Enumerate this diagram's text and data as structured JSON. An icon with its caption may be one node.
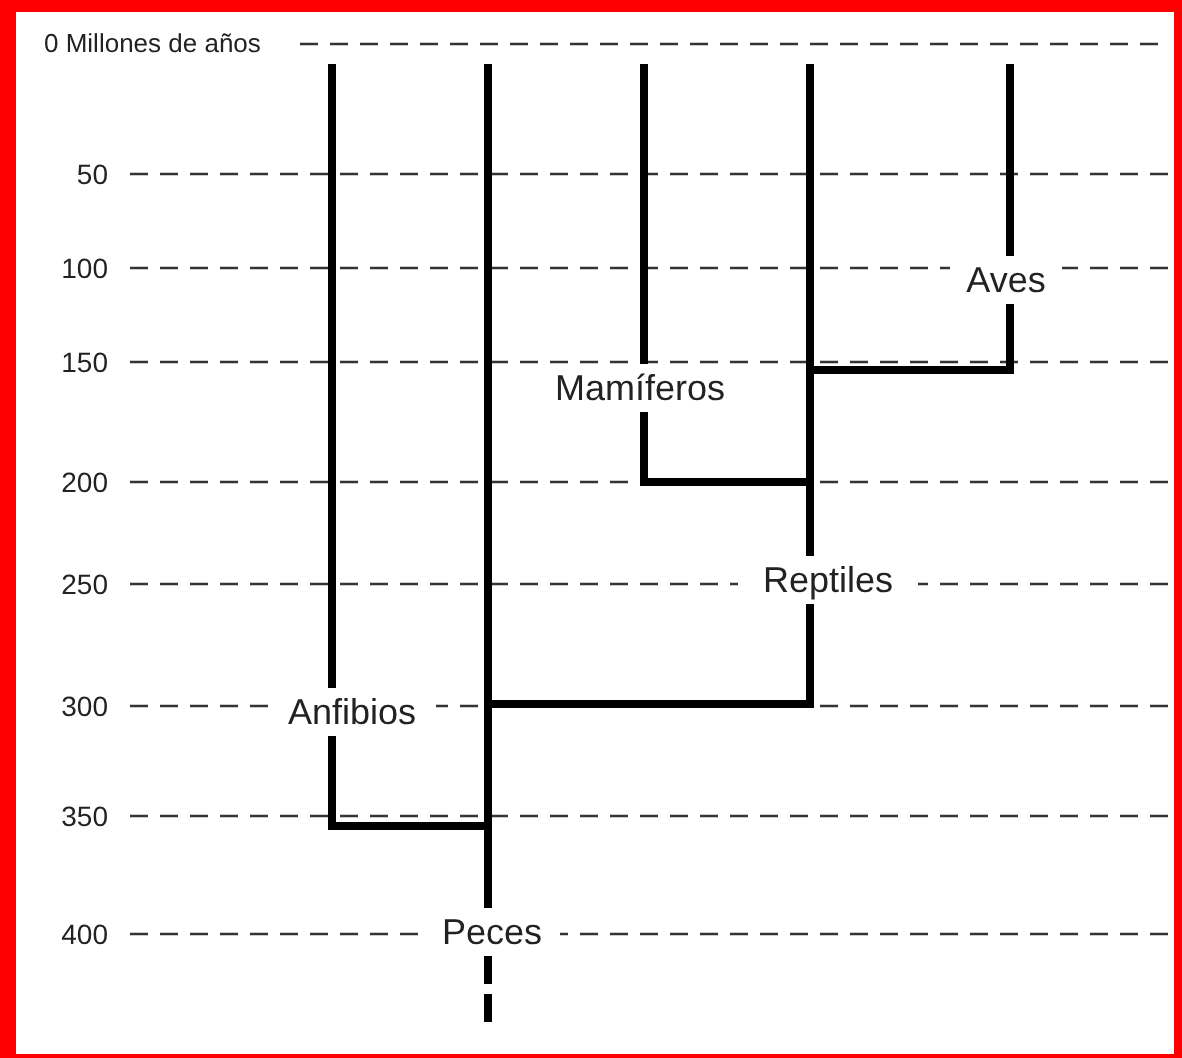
{
  "diagram": {
    "nodes": [
      {
        "text": [
          "Anfibios"
        ]
      },
      {
        "text": [
          "Peces"
        ]
      },
      {
        "text": [
          "Mamíferos"
        ]
      },
      {
        "text": [
          "Reptiles"
        ]
      },
      {
        "text": [
          "Aves"
        ]
      }
    ],
    "edges": [
      {
        "from": 0,
        "to": 1,
        "arrow": "none"
      },
      {
        "from": 3,
        "to": 1,
        "arrow": "none"
      },
      {
        "from": 2,
        "to": 3,
        "arrow": "none"
      },
      {
        "from": 4,
        "to": 3,
        "arrow": "none"
      }
    ],
    "labels": [
      "0 Millones de años",
      "50",
      "100",
      "150",
      "200",
      "250",
      "300",
      "350",
      "400"
    ]
  }
}
